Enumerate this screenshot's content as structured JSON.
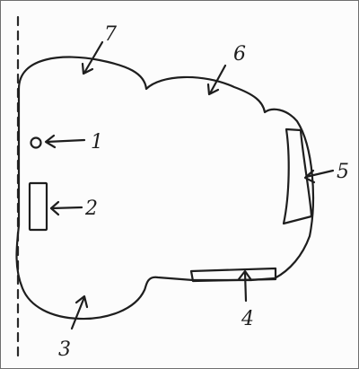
{
  "diagram": {
    "labels": [
      {
        "id": "label-1",
        "text": "1"
      },
      {
        "id": "label-2",
        "text": "2"
      },
      {
        "id": "label-3",
        "text": "3"
      },
      {
        "id": "label-4",
        "text": "4"
      },
      {
        "id": "label-5",
        "text": "5"
      },
      {
        "id": "label-6",
        "text": "6"
      },
      {
        "id": "label-7",
        "text": "7"
      }
    ]
  }
}
